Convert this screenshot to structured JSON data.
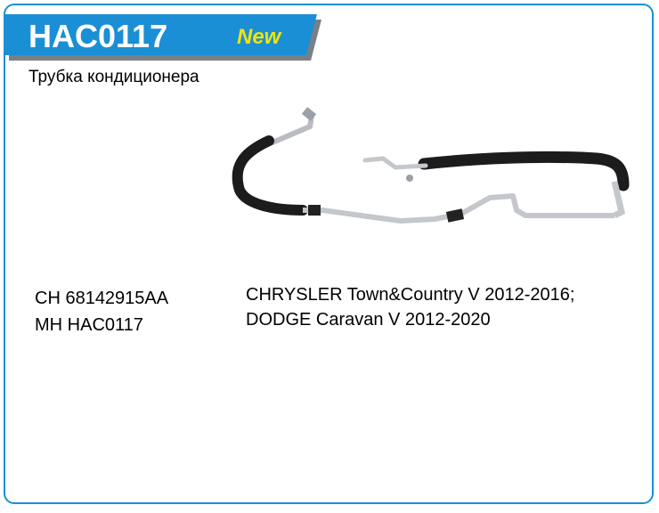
{
  "header": {
    "part_code": "HAC0117",
    "badge": "New",
    "colors": {
      "banner": "#1a8fd6",
      "banner_shadow": "#7a7f86",
      "border": "#1a8fd6",
      "badge_text": "#f2e400"
    }
  },
  "subtitle": "Трубка кондиционера",
  "cross_references": [
    "CH 68142915AA",
    "MH HAC0117"
  ],
  "applications": [
    "CHRYSLER Town&Country V 2012-2016;",
    "DODGE Caravan V 2012-2020"
  ],
  "image": {
    "subject": "ac-hose-assembly"
  }
}
